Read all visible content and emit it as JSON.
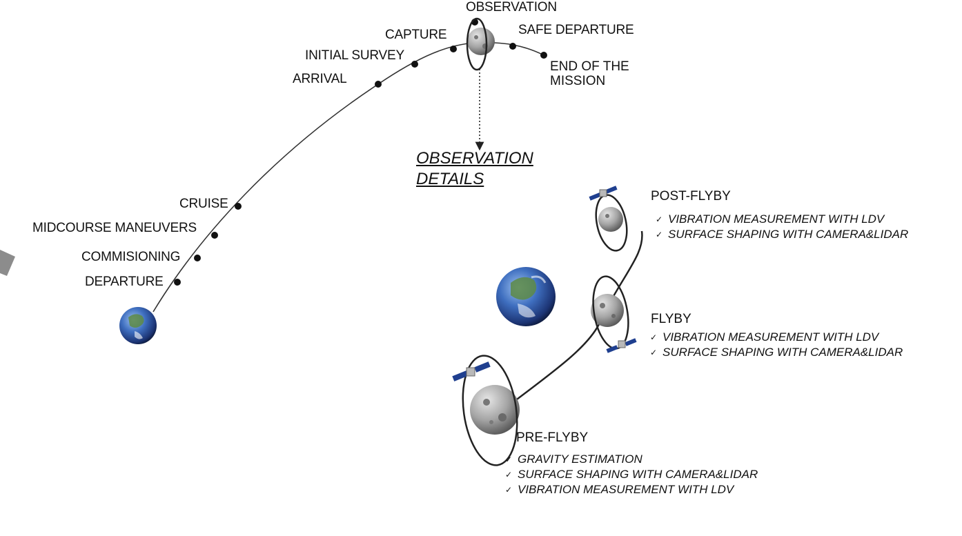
{
  "mission_path": {
    "milestones": [
      {
        "id": "departure",
        "label": "DEPARTURE"
      },
      {
        "id": "commisioning",
        "label": "COMMISIONING"
      },
      {
        "id": "midcourse",
        "label": "MIDCOURSE MANEUVERS"
      },
      {
        "id": "cruise",
        "label": "CRUISE"
      },
      {
        "id": "arrival",
        "label": "ARRIVAL"
      },
      {
        "id": "initial_survey",
        "label": "INITIAL SURVEY"
      },
      {
        "id": "capture",
        "label": "CAPTURE"
      },
      {
        "id": "observation",
        "label": "OBSERVATION"
      },
      {
        "id": "safe_departure",
        "label": "SAFE DEPARTURE"
      },
      {
        "id": "end",
        "label": "END OF THE MISSION"
      }
    ],
    "details_link": "OBSERVATION DETAILS"
  },
  "observation_phases": [
    {
      "id": "post_flyby",
      "title": "POST-FLYBY",
      "tasks": [
        "VIBRATION MEASUREMENT WITH LDV",
        "SURFACE SHAPING WITH CAMERA&LIDAR"
      ]
    },
    {
      "id": "flyby",
      "title": "FLYBY",
      "tasks": [
        "VIBRATION MEASUREMENT WITH LDV",
        "SURFACE SHAPING WITH CAMERA&LIDAR"
      ]
    },
    {
      "id": "pre_flyby",
      "title": "PRE-FLYBY",
      "tasks": [
        "GRAVITY ESTIMATION",
        "SURFACE SHAPING WITH CAMERA&LIDAR",
        "VIBRATION MEASUREMENT WITH LDV"
      ]
    }
  ],
  "icons": [
    "earth-icon",
    "asteroid-icon",
    "spacecraft-icon",
    "checkmark-icon"
  ],
  "colors": {
    "ocean": "#2a4f9e",
    "land": "#4f7b3c",
    "asteroid": "#9a9a9a",
    "solar_panel": "#1f3f8f",
    "line": "#333333"
  }
}
